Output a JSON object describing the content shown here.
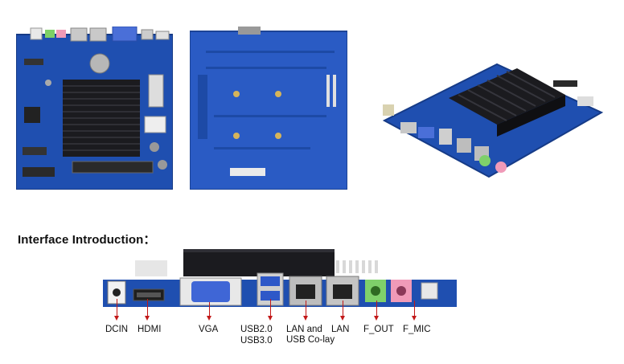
{
  "heading": "Interface Introduction：",
  "labels": {
    "dcin": "DCIN",
    "hdmi": "HDMI",
    "vga": "VGA",
    "usb2": "USB2.0",
    "usb3": "USB3.0",
    "lan_combo": "LAN and USB Co-lay",
    "lan": "LAN",
    "f_out": "F_OUT",
    "f_mic": "F_MIC"
  },
  "colors": {
    "pcb_blue": "#1f4fb0",
    "heatsink": "#1b1b1f",
    "arrow_red": "#c21818",
    "audio_green": "#7fd06a",
    "audio_pink": "#f09ab8"
  }
}
